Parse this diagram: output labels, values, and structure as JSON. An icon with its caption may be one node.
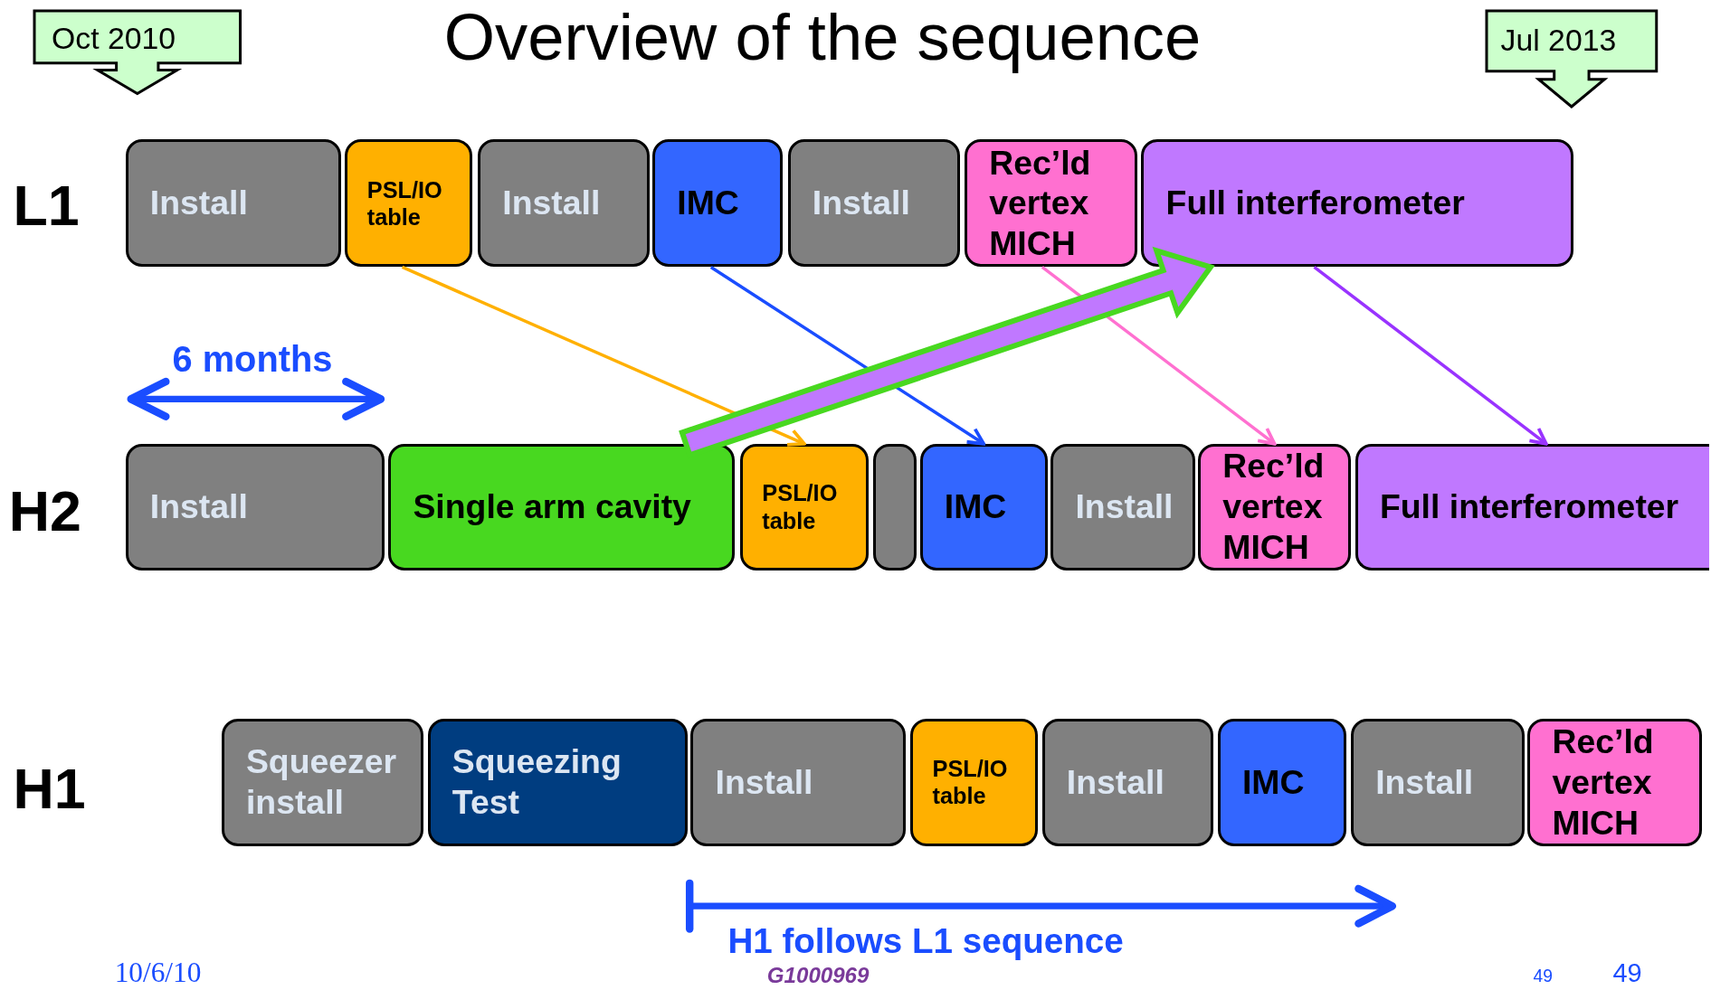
{
  "diagram": {
    "title": "Overview of the sequence",
    "nodes": [
      {
        "text": [
          "Oct 2010"
        ]
      },
      {
        "text": [
          "Jul 2013"
        ]
      },
      {
        "text": [
          "Install"
        ]
      },
      {
        "text": [
          "PSL/IO table"
        ]
      },
      {
        "text": [
          "Install"
        ]
      },
      {
        "text": [
          "IMC"
        ]
      },
      {
        "text": [
          "Install"
        ]
      },
      {
        "text": [
          "Rec’ld vertex MICH"
        ]
      },
      {
        "text": [
          "Full interferometer"
        ]
      },
      {
        "text": [
          "Install"
        ]
      },
      {
        "text": [
          "Single arm cavity"
        ]
      },
      {
        "text": [
          "PSL/IO table"
        ]
      },
      {
        "text": [],
        "shape": "box"
      },
      {
        "text": [
          "IMC"
        ]
      },
      {
        "text": [
          "Install"
        ]
      },
      {
        "text": [
          "Rec’ld vertex MICH"
        ]
      },
      {
        "text": [
          "Full interferometer"
        ]
      },
      {
        "text": [
          "Squeezer install"
        ]
      },
      {
        "text": [
          "Squeezing Test"
        ]
      },
      {
        "text": [
          "Install"
        ]
      },
      {
        "text": [
          "PSL/IO table"
        ]
      },
      {
        "text": [
          "Install"
        ]
      },
      {
        "text": [
          "IMC"
        ]
      },
      {
        "text": [
          "Install"
        ]
      },
      {
        "text": [
          "Rec’ld vertex MICH"
        ]
      }
    ],
    "edges": [
      {
        "from": 3,
        "to": 11,
        "arrow": "to",
        "color": "#ffb000"
      },
      {
        "from": 5,
        "to": 13,
        "arrow": "to",
        "color": "#1a4dff"
      },
      {
        "from": 7,
        "to": 15,
        "arrow": "to",
        "color": "#ff70d0"
      },
      {
        "from": 8,
        "to": 16,
        "arrow": "to",
        "color": "#9933ff"
      },
      {
        "from": 10,
        "to": 8,
        "arrow": "to",
        "style": "thick",
        "color": "#c078ff"
      }
    ],
    "labels": [
      "L1",
      "H2",
      "H1",
      "6 months",
      "H1 follows L1 sequence",
      "10/6/10",
      "G1000969",
      "49",
      "49"
    ]
  }
}
